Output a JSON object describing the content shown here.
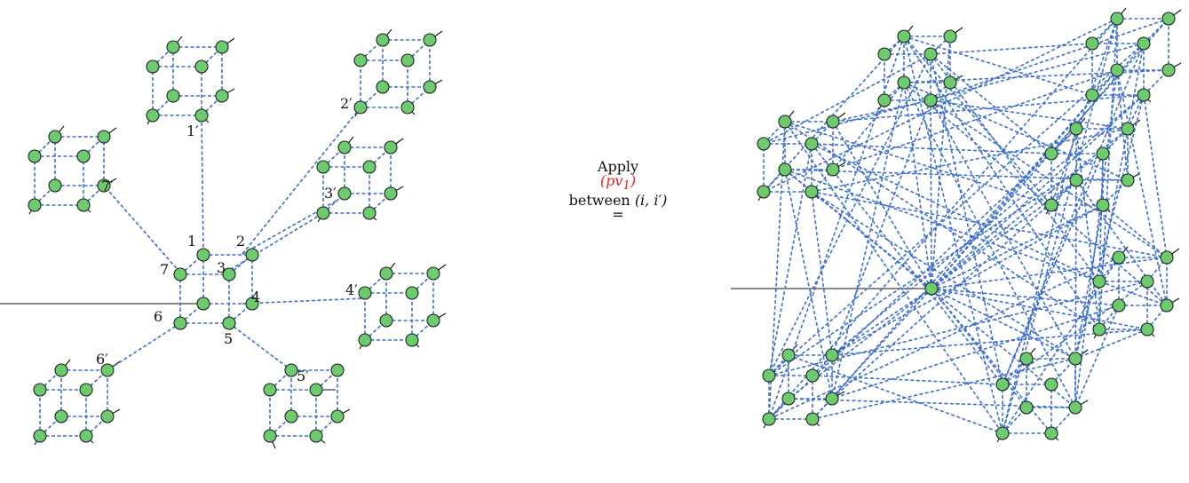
{
  "left_labels": {
    "center": [
      "1",
      "2",
      "3",
      "4",
      "5",
      "6",
      "7"
    ],
    "outer": [
      "1′",
      "2′",
      "3′",
      "4′",
      "5′",
      "6′",
      "7′"
    ]
  },
  "middle": {
    "line1": "Apply",
    "op_open": "(",
    "op_name": "pv",
    "op_sub": "1",
    "op_close": ")",
    "between": "between",
    "pair": "(i, i′)",
    "equals": "="
  },
  "colors": {
    "node": "#6ccb6c",
    "edge": "#3e6fcf",
    "op": "#e02020"
  }
}
